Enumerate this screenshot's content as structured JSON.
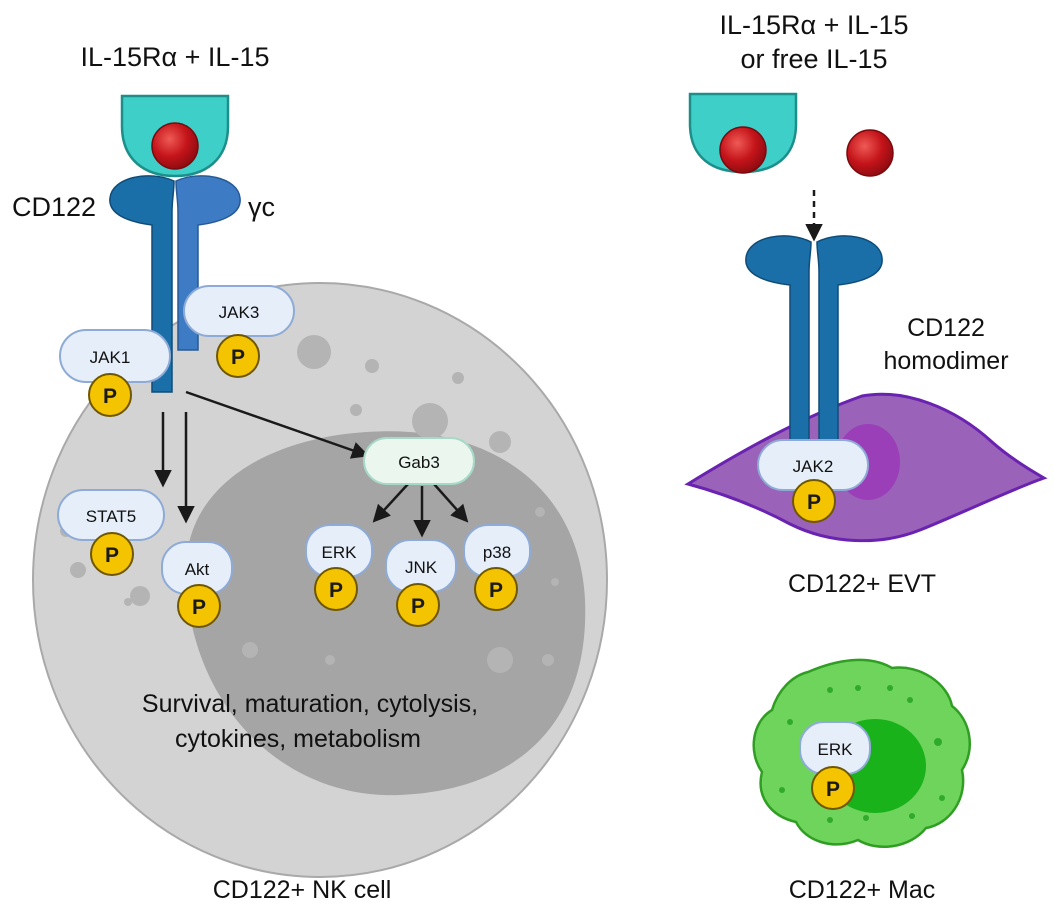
{
  "nk_panel": {
    "ligand_label": "IL-15Rα + IL-15",
    "receptor_label": "CD122",
    "gamma_chain_label": "γc",
    "jak1_label": "JAK1",
    "jak3_label": "JAK3",
    "stat5_label": "STAT5",
    "akt_label": "Akt",
    "gab3_label": "Gab3",
    "erk_label": "ERK",
    "jnk_label": "JNK",
    "p38_label": "p38",
    "outcome_line1": "Survival, maturation, cytolysis,",
    "outcome_line2": "cytokines, metabolism",
    "cell_label": "CD122+ NK cell"
  },
  "evt_panel": {
    "ligand_line1": "IL-15Rα + IL-15",
    "ligand_line2": "or free IL-15",
    "receptor_line1": "CD122",
    "receptor_line2": "homodimer",
    "jak2_label": "JAK2",
    "cell_label": "CD122+ EVT"
  },
  "mac_panel": {
    "erk_label": "ERK",
    "cell_label": "CD122+ Mac"
  },
  "phospho_label": "P",
  "colors": {
    "receptor_alpha": "#3ecfc9",
    "il15": "#c4141a",
    "cd122": "#1b6fa8",
    "gamma_chain": "#3d7cc4",
    "phosphate": "#f5c400",
    "kinase_fill": "#e6eef9",
    "kinase_stroke": "#8eaad6",
    "nk_cell": "#d3d3d3",
    "nk_nucleus": "#a5a5a5",
    "evt_cell": "#9a62b8",
    "evt_stroke": "#6a22b0",
    "mac_cell": "#6fd45c",
    "mac_nucleus": "#19b21a"
  }
}
